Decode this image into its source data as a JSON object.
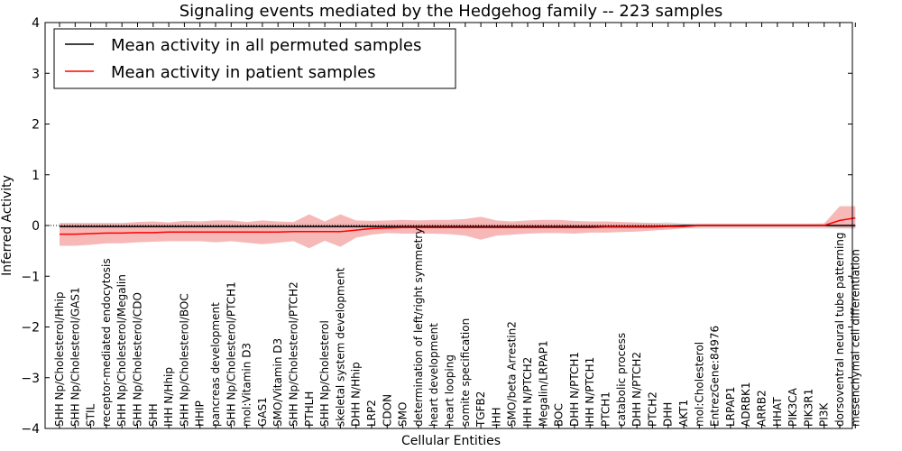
{
  "chart_data": {
    "type": "line",
    "title": "Signaling events mediated by the Hedgehog family -- 223 samples",
    "xlabel": "Cellular Entities",
    "ylabel": "Inferred Activity",
    "ylim": [
      -4,
      4
    ],
    "yticks": [
      -4,
      -3,
      -2,
      -1,
      0,
      1,
      2,
      3,
      4
    ],
    "legend_position": "top-left",
    "categories": [
      "SHH Np/Cholesterol/Hhip",
      "SHH Np/Cholesterol/GAS1",
      "STIL",
      "receptor-mediated endocytosis",
      "SHH Np/Cholesterol/Megalin",
      "SHH Np/Cholesterol/CDO",
      "SHH",
      "IHH N/Hhip",
      "SHH Np/Cholesterol/BOC",
      "HHIP",
      "pancreas development",
      "SHH Np/Cholesterol/PTCH1",
      "mol:Vitamin D3",
      "GAS1",
      "SMO/Vitamin D3",
      "SHH Np/Cholesterol/PTCH2",
      "PTHLH",
      "SHH Np/Cholesterol",
      "skeletal system development",
      "DHH N/Hhip",
      "LRP2",
      "CDON",
      "SMO",
      "determination of left/right symmetry",
      "heart development",
      "heart looping",
      "somite specification",
      "TGFB2",
      "IHH",
      "SMO/beta Arrestin2",
      "IHH N/PTCH2",
      "Megalin/LRPAP1",
      "BOC",
      "DHH N/PTCH1",
      "IHH N/PTCH1",
      "PTCH1",
      "catabolic process",
      "DHH N/PTCH2",
      "PTCH2",
      "DHH",
      "AKT1",
      "mol:Cholesterol",
      "EntrezGene:84976",
      "LRPAP1",
      "ADRBK1",
      "ARRB2",
      "HHAT",
      "PIK3CA",
      "PIK3R1",
      "PI3K",
      "dorsoventral neural tube patterning",
      "mesenchymal cell differentiation"
    ],
    "series": [
      {
        "name": "Mean activity in all permuted samples",
        "color": "#000000",
        "band_color": "#c8c8c8",
        "values": [
          -0.02,
          -0.02,
          -0.02,
          -0.02,
          -0.02,
          -0.02,
          -0.02,
          -0.02,
          -0.02,
          -0.02,
          -0.02,
          -0.02,
          -0.02,
          -0.02,
          -0.02,
          -0.02,
          -0.02,
          -0.02,
          -0.02,
          -0.02,
          -0.02,
          -0.02,
          -0.02,
          -0.02,
          -0.02,
          -0.02,
          -0.02,
          -0.02,
          -0.02,
          -0.02,
          -0.02,
          -0.02,
          -0.02,
          -0.02,
          -0.02,
          -0.02,
          -0.02,
          -0.02,
          -0.02,
          -0.01,
          0.0,
          0.0,
          0.0,
          0.0,
          0.0,
          0.0,
          0.0,
          0.0,
          0.0,
          0.0,
          0.0,
          0.0
        ],
        "lower": [
          -0.06,
          -0.06,
          -0.06,
          -0.06,
          -0.06,
          -0.06,
          -0.06,
          -0.06,
          -0.06,
          -0.06,
          -0.06,
          -0.06,
          -0.06,
          -0.06,
          -0.06,
          -0.06,
          -0.06,
          -0.06,
          -0.06,
          -0.06,
          -0.06,
          -0.06,
          -0.06,
          -0.06,
          -0.06,
          -0.06,
          -0.06,
          -0.06,
          -0.06,
          -0.06,
          -0.06,
          -0.06,
          -0.06,
          -0.06,
          -0.06,
          -0.06,
          -0.06,
          -0.06,
          -0.07,
          -0.08,
          -0.06,
          -0.06,
          -0.06,
          -0.06,
          -0.06,
          -0.06,
          -0.06,
          -0.06,
          -0.06,
          -0.06,
          -0.06,
          -0.06
        ],
        "upper": [
          0.04,
          0.04,
          0.04,
          0.04,
          0.04,
          0.04,
          0.04,
          0.04,
          0.04,
          0.04,
          0.04,
          0.04,
          0.04,
          0.04,
          0.04,
          0.04,
          0.04,
          0.04,
          0.04,
          0.04,
          0.04,
          0.04,
          0.04,
          0.04,
          0.04,
          0.04,
          0.04,
          0.04,
          0.04,
          0.04,
          0.04,
          0.04,
          0.04,
          0.04,
          0.04,
          0.04,
          0.04,
          0.04,
          0.05,
          0.06,
          0.04,
          0.04,
          0.04,
          0.04,
          0.04,
          0.04,
          0.04,
          0.04,
          0.04,
          0.04,
          0.04,
          0.04
        ]
      },
      {
        "name": "Mean activity in patient samples",
        "color": "#ff0000",
        "band_color": "#f4a0a0",
        "values": [
          -0.17,
          -0.17,
          -0.16,
          -0.15,
          -0.15,
          -0.14,
          -0.14,
          -0.13,
          -0.13,
          -0.13,
          -0.13,
          -0.13,
          -0.13,
          -0.13,
          -0.13,
          -0.12,
          -0.12,
          -0.12,
          -0.12,
          -0.09,
          -0.06,
          -0.05,
          -0.04,
          -0.04,
          -0.04,
          -0.04,
          -0.04,
          -0.04,
          -0.04,
          -0.04,
          -0.04,
          -0.04,
          -0.04,
          -0.04,
          -0.04,
          -0.03,
          -0.03,
          -0.03,
          -0.03,
          -0.02,
          -0.02,
          0.0,
          0.0,
          0.0,
          0.0,
          0.0,
          0.0,
          0.0,
          0.0,
          0.0,
          0.1,
          0.15
        ],
        "lower": [
          -0.4,
          -0.4,
          -0.38,
          -0.35,
          -0.35,
          -0.33,
          -0.32,
          -0.31,
          -0.31,
          -0.31,
          -0.33,
          -0.31,
          -0.34,
          -0.37,
          -0.34,
          -0.31,
          -0.45,
          -0.3,
          -0.42,
          -0.24,
          -0.18,
          -0.15,
          -0.16,
          -0.16,
          -0.16,
          -0.17,
          -0.2,
          -0.28,
          -0.2,
          -0.18,
          -0.16,
          -0.15,
          -0.15,
          -0.16,
          -0.14,
          -0.14,
          -0.13,
          -0.12,
          -0.1,
          -0.08,
          -0.05,
          -0.02,
          -0.02,
          -0.02,
          -0.02,
          -0.02,
          -0.02,
          -0.02,
          -0.02,
          -0.02,
          -0.05,
          -0.05
        ],
        "upper": [
          0.05,
          0.05,
          0.05,
          0.05,
          0.05,
          0.07,
          0.08,
          0.06,
          0.09,
          0.08,
          0.1,
          0.1,
          0.07,
          0.1,
          0.08,
          0.07,
          0.22,
          0.08,
          0.22,
          0.1,
          0.09,
          0.1,
          0.11,
          0.1,
          0.11,
          0.11,
          0.13,
          0.17,
          0.1,
          0.08,
          0.1,
          0.11,
          0.11,
          0.09,
          0.08,
          0.08,
          0.07,
          0.06,
          0.05,
          0.02,
          0.01,
          0.03,
          0.03,
          0.03,
          0.03,
          0.03,
          0.03,
          0.03,
          0.03,
          0.04,
          0.38,
          0.38
        ]
      }
    ]
  }
}
